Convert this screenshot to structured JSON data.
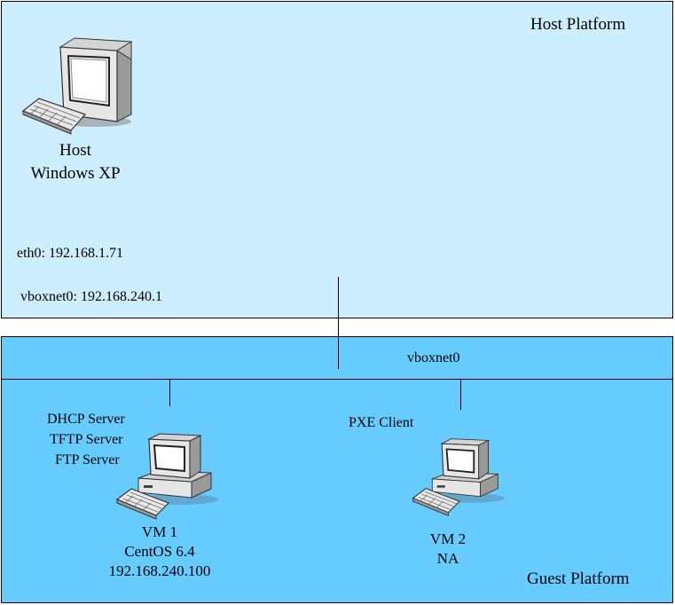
{
  "host_platform": {
    "title": "Host Platform",
    "host_name": "Host",
    "host_os": "Windows XP",
    "eth0": "eth0: 192.168.1.71",
    "vboxnet0": "vboxnet0: 192.168.240.1",
    "icon": "computer-icon",
    "background": "#cceeff"
  },
  "network": {
    "label": "vboxnet0"
  },
  "guest_platform": {
    "title": "Guest Platform",
    "background": "#66ccff",
    "vm1": {
      "services": [
        "DHCP Server",
        "TFTP Server",
        "FTP Server"
      ],
      "name": "VM 1",
      "os": "CentOS 6.4",
      "ip": "192.168.240.100",
      "icon": "computer-icon"
    },
    "vm2": {
      "role": "PXE Client",
      "name": "VM 2",
      "os": "NA",
      "icon": "computer-icon"
    }
  }
}
